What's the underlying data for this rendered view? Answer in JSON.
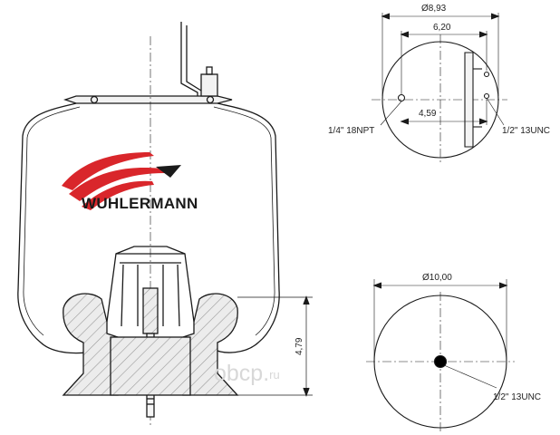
{
  "brand": {
    "name": "WUHLERMANN",
    "logo_colors": [
      "#d9262b",
      "#1a1a1a"
    ]
  },
  "watermark": {
    "text": "obcp.",
    "suffix": "ru"
  },
  "side_view": {
    "height_dim": "4,79"
  },
  "top_view": {
    "outer_diameter": "Ø8,93",
    "bolt_spacing": "6,20",
    "offset": "4,59",
    "left_port_thread": "1/4\" 18NPT",
    "right_stud_thread": "1/2\" 13UNC"
  },
  "bottom_view": {
    "diameter": "Ø10,00",
    "center_thread": "1/2\" 13UNC"
  },
  "colors": {
    "line": "#1a1a1a",
    "hatch": "#d0d0d0",
    "logo_red": "#d9262b"
  }
}
